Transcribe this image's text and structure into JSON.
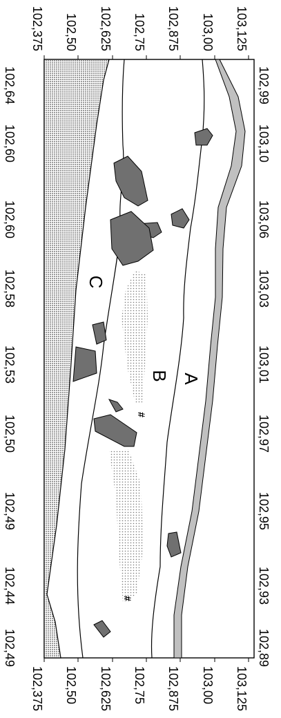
{
  "chart_data": {
    "type": "cross-section-diagram",
    "axis_left_ticks": [
      "102,375",
      "102,50",
      "102,625",
      "102,75",
      "102,875",
      "103,00",
      "103,125"
    ],
    "axis_right_ticks": [
      "102,375",
      "102,50",
      "102,625",
      "102,75",
      "102,875",
      "103,00",
      "103,125"
    ],
    "top_edge_values": [
      "102,64",
      "102,60",
      "102,60",
      "102,58",
      "102,53",
      "102,50",
      "102,49",
      "102,44",
      "102,49"
    ],
    "bottom_edge_values": [
      "102,99",
      "103,10",
      "103,06",
      "103,03",
      "103,01",
      "102,97",
      "102,95",
      "102,93",
      "102,89"
    ],
    "zone_labels": [
      "A",
      "B",
      "C"
    ],
    "markers": [
      "#",
      "#"
    ],
    "colors": {
      "background": "#ffffff",
      "bedrock_hatch": "#d0d0d0",
      "stones": "#707070",
      "channel_band": "#c0c0c0",
      "stipple": "#b0b0b0",
      "lines": "#000000"
    }
  }
}
